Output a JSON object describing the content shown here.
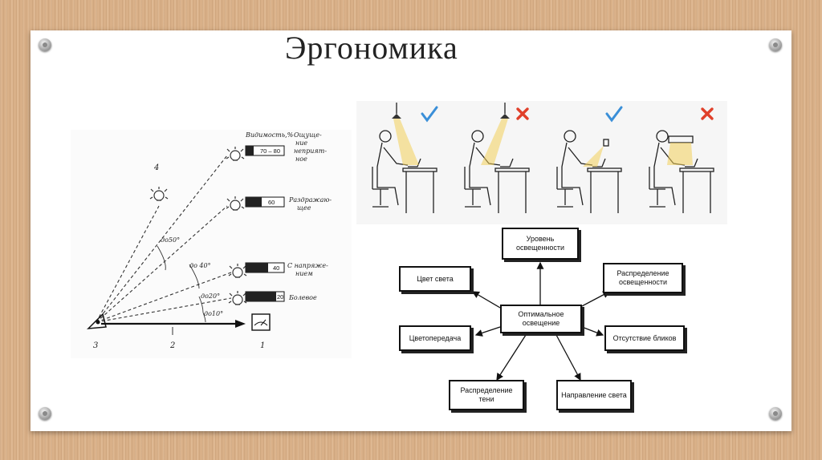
{
  "slide": {
    "title": "Эргономика"
  },
  "visibility_diagram": {
    "labels": {
      "visibility": "Видимость,%",
      "discomfort_1": "Ощуще-",
      "discomfort_2": "ние",
      "discomfort_3": "неприят-",
      "discomfort_4": "ное",
      "irritating_1": "Раздражаю-",
      "irritating_2": "щее",
      "strain_1": "С напряже-",
      "strain_2": "нием",
      "painful": "Болевое"
    },
    "box_values": [
      "70 – 80",
      "60",
      "40",
      "20"
    ],
    "angles": [
      "до50°",
      "до 40°",
      "до20°",
      "до10°"
    ],
    "numbers": [
      "4",
      "3",
      "2",
      "1"
    ]
  },
  "workplace_illustration": {
    "marks": [
      "check",
      "cross",
      "check",
      "cross"
    ],
    "colors": {
      "check": "#3a8fd8",
      "cross": "#e0402a",
      "light": "#f2d05a"
    }
  },
  "lighting_mindmap": {
    "center": "Оптимальное освещение",
    "nodes": [
      "Уровень освещенности",
      "Цвет света",
      "Распределение освещенности",
      "Цветопередача",
      "Отсутствие бликов",
      "Распределение тени",
      "Направление света"
    ]
  }
}
